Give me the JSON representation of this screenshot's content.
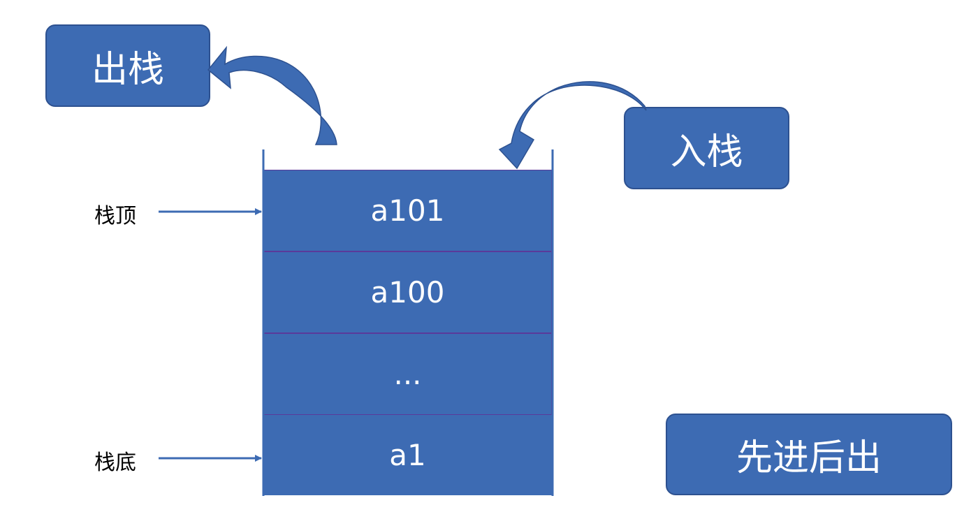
{
  "pop": {
    "label": "出栈"
  },
  "push": {
    "label": "入栈"
  },
  "lifo": {
    "label": "先进后出"
  },
  "stack": {
    "top_label": "栈顶",
    "bottom_label": "栈底",
    "cells": [
      "a101",
      "a100",
      "...",
      "a1"
    ]
  },
  "colors": {
    "box_fill": "#3d6bb3",
    "box_border": "#2d5190",
    "text_on_box": "#ffffff",
    "arrow": "#3d6bb3"
  }
}
